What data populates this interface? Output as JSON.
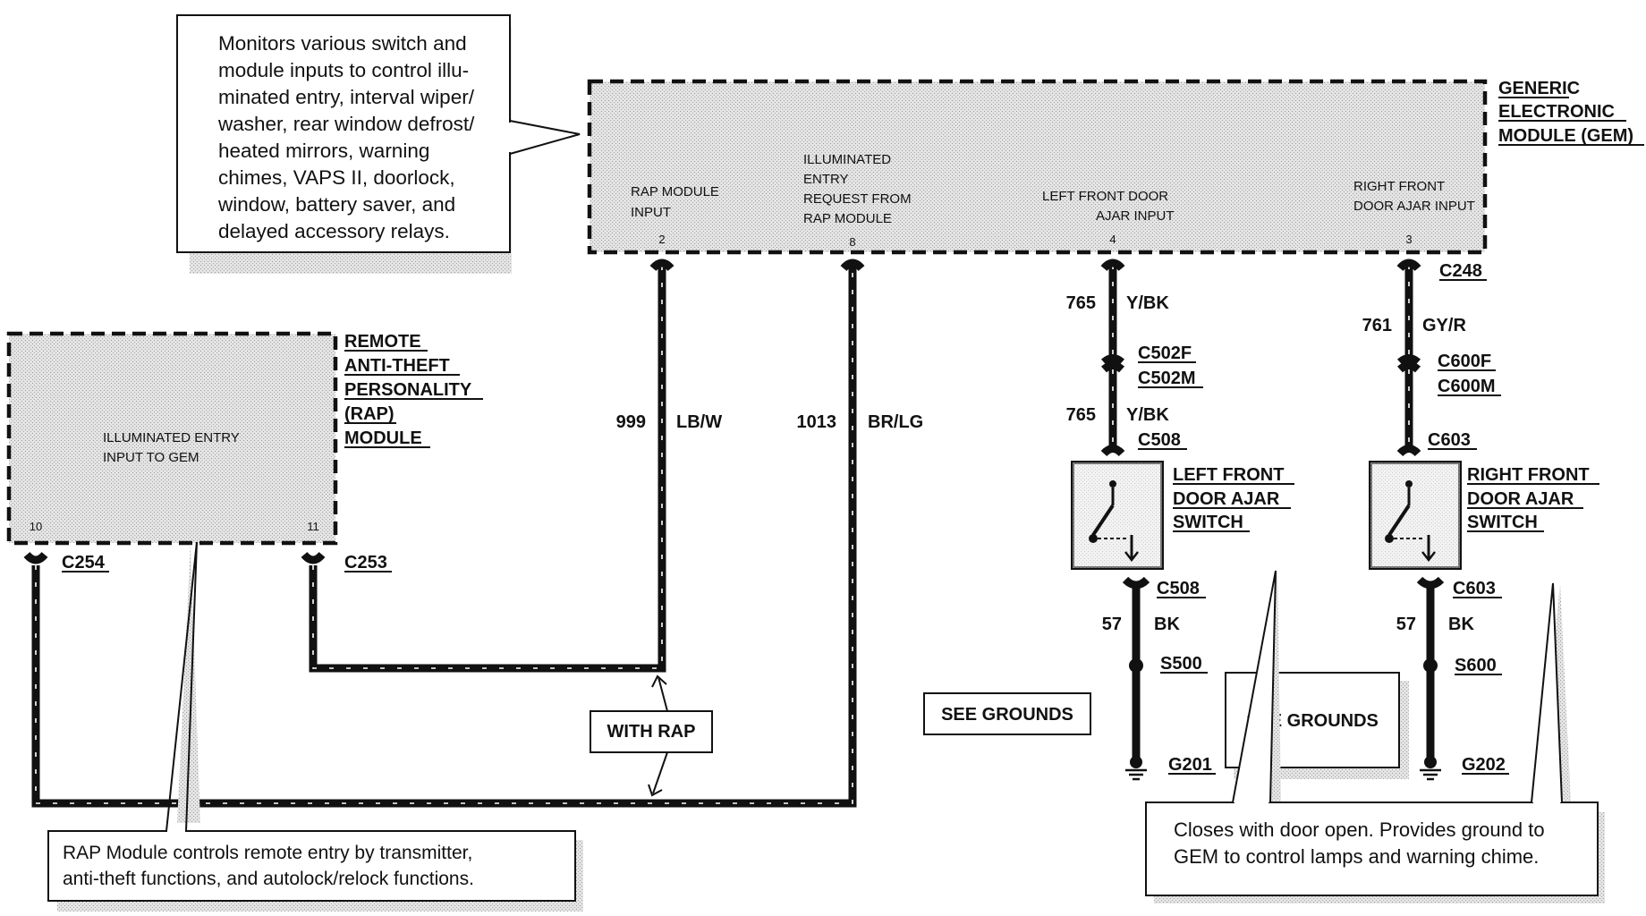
{
  "gem": {
    "title_lines": [
      "GENERIC",
      "ELECTRONIC",
      "MODULE (GEM)"
    ],
    "pins": {
      "rap_input": {
        "label_lines": [
          "RAP MODULE",
          "INPUT"
        ],
        "number": "2"
      },
      "illum_request": {
        "label_lines": [
          "ILLUMINATED",
          "ENTRY",
          "REQUEST FROM",
          "RAP MODULE"
        ],
        "number": "8"
      },
      "lf_door": {
        "label_lines": [
          "LEFT FRONT DOOR",
          "AJAR INPUT"
        ],
        "number": "4"
      },
      "rf_door": {
        "label_lines": [
          "RIGHT FRONT",
          "DOOR AJAR INPUT"
        ],
        "number": "3"
      }
    },
    "connector": "C248"
  },
  "gem_callout": {
    "lines": [
      "Monitors various switch and",
      "module inputs to control illu-",
      "minated entry, interval wiper/",
      "washer, rear window defrost/",
      "heated mirrors, warning",
      "chimes, VAPS II, doorlock,",
      "window, battery saver, and",
      "delayed accessory relays."
    ]
  },
  "rap": {
    "title_lines": [
      "REMOTE",
      "ANTI-THEFT",
      "PERSONALITY",
      "(RAP)",
      "MODULE"
    ],
    "inner_label_lines": [
      "ILLUMINATED ENTRY",
      "INPUT TO GEM"
    ],
    "pins": {
      "left": "10",
      "right": "11"
    },
    "connectors": {
      "left": "C254",
      "right": "C253"
    }
  },
  "rap_callout": {
    "lines": [
      "RAP Module controls remote entry by transmitter,",
      "anti-theft functions,  and autolock/relock functions."
    ]
  },
  "wires": {
    "rap_input": {
      "circuit": "999",
      "color": "LB/W"
    },
    "illum_request": {
      "circuit": "1013",
      "color": "BR/LG"
    },
    "lf_upper": {
      "circuit": "765",
      "color": "Y/BK"
    },
    "lf_lower": {
      "circuit": "765",
      "color": "Y/BK"
    },
    "rf_upper": {
      "circuit": "761",
      "color": "GY/R"
    },
    "lf_ground": {
      "circuit": "57",
      "color": "BK"
    },
    "rf_ground": {
      "circuit": "57",
      "color": "BK"
    }
  },
  "with_rap_label": "WITH RAP",
  "left_door": {
    "inline_connector_lines": [
      "C502F",
      "C502M"
    ],
    "switch_connector_top": "C508",
    "switch_connector_bottom": "C508",
    "switch_title_lines": [
      "LEFT FRONT",
      "DOOR AJAR",
      "SWITCH"
    ],
    "splice": "S500",
    "ground": "G201"
  },
  "right_door": {
    "inline_connector_lines": [
      "C600F",
      "C600M"
    ],
    "switch_connector_top": "C603",
    "switch_connector_bottom": "C603",
    "switch_title_lines": [
      "RIGHT FRONT",
      "DOOR AJAR",
      "SWITCH"
    ],
    "splice": "S600",
    "ground": "G202"
  },
  "see_grounds_left": "SEE GROUNDS",
  "see_grounds_right": "SEE GROUNDS",
  "switch_callout": {
    "lines": [
      "Closes with door open. Provides ground to",
      "GEM to control lamps and warning chime."
    ]
  }
}
